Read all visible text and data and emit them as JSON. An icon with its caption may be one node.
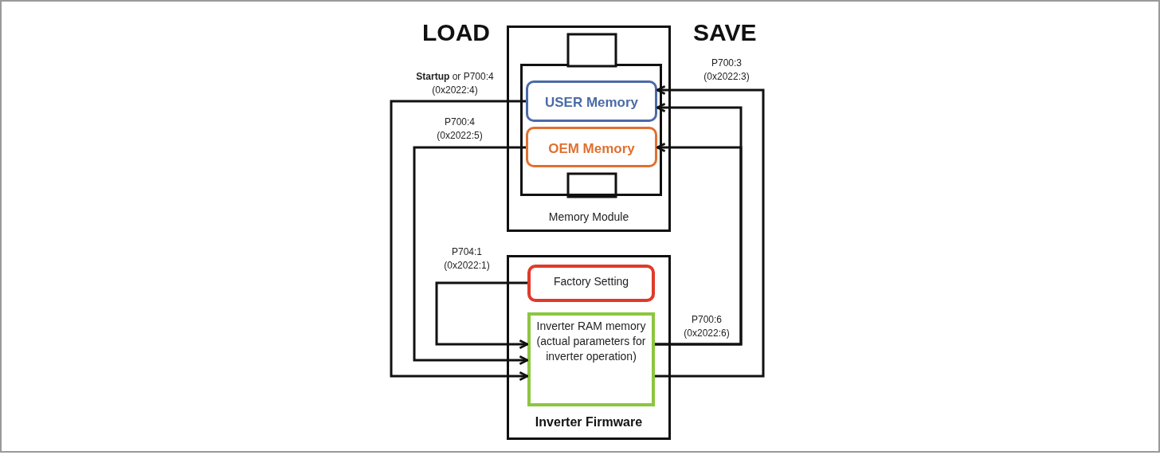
{
  "diagram": {
    "nodes": [
      {
        "text": [
          "Memory Module"
        ]
      },
      {
        "text": [],
        "shape": "box",
        "in": 0
      },
      {
        "text": [
          "USER Memory"
        ],
        "in": 1
      },
      {
        "text": [
          "OEM Memory"
        ],
        "in": 1
      },
      {
        "text": [
          "Inverter Firmware"
        ]
      },
      {
        "text": [
          "Factory  Setting"
        ],
        "in": 4
      },
      {
        "text": [
          "Inverter RAM memory (actual parameters for inverter operation)"
        ],
        "in": 4
      }
    ],
    "edges": [
      {
        "from": 2,
        "to": 6,
        "arrow": "to",
        "label": "**Startup** or P700:4 (0x2022:4)"
      },
      {
        "from": 3,
        "to": 6,
        "arrow": "to",
        "label": "P700:4 (0x2022:5)"
      },
      {
        "from": 5,
        "to": 6,
        "arrow": "to",
        "label": "P704:1 (0x2022:1)"
      },
      {
        "from": 6,
        "to": 2,
        "arrow": "to",
        "label": "P700:6 (0x2022:6)"
      },
      {
        "from": 6,
        "to": 3,
        "arrow": "to"
      },
      {
        "from": 6,
        "to": 2,
        "arrow": "to",
        "label": "P700:3 (0x2022:3)"
      }
    ],
    "labels": [
      "LOAD",
      "SAVE"
    ]
  }
}
